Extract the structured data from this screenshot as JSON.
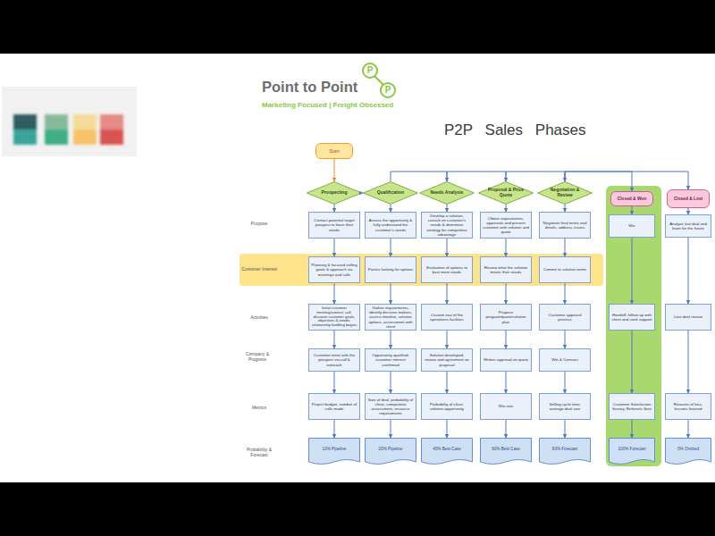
{
  "diagram": {
    "title": "P2P Sales Phases",
    "nodes": [
      {
        "text": [
          "Start"
        ]
      },
      {
        "text": [
          "Prospecting"
        ]
      },
      {
        "text": [
          "Qualification"
        ]
      },
      {
        "text": [
          "Needs Analysis"
        ]
      },
      {
        "text": [
          "Proposal & Price Quote"
        ]
      },
      {
        "text": [
          "Negotiation & Review"
        ]
      },
      {
        "text": [
          "Closed & Won"
        ]
      },
      {
        "text": [
          "Closed & Lost"
        ]
      },
      {
        "text": [
          "Customer Interest"
        ]
      },
      {
        "text": [
          "Contact potential target prospect to learn their needs"
        ]
      },
      {
        "text": [
          "Planning & focused selling goals & approach via meetings and calls"
        ],
        "in": 8
      },
      {
        "text": [
          "Initial customer meeting/contact, call, discover customer goals, objectives & needs, relationship building begins"
        ]
      },
      {
        "text": [
          "Customer meet with the prospect via call & outreach"
        ]
      },
      {
        "text": [
          "Project budget, number of calls made"
        ]
      },
      {
        "text": [
          "10% Pipeline"
        ]
      },
      {
        "text": [
          "Assess the opportunity & fully understand the customer's needs"
        ]
      },
      {
        "text": [
          "Parties looking for options"
        ],
        "in": 8
      },
      {
        "text": [
          "Gather requirements, identify decision makers, assess timeline, solution options, assessment with client"
        ]
      },
      {
        "text": [
          "Opportunity qualified, customer interest confirmed"
        ]
      },
      {
        "text": [
          "Size of deal, probability of close, competitive assessment, resource requirements"
        ]
      },
      {
        "text": [
          "20% Pipeline"
        ]
      },
      {
        "text": [
          "Develop a solution, consult on customer's needs & determine strategy for competitive advantage"
        ]
      },
      {
        "text": [
          "Evaluation of options to best meet needs"
        ],
        "in": 8
      },
      {
        "text": [
          "Custom tour of the operations facilities"
        ]
      },
      {
        "text": [
          "Solution developed, review and agreement on proposal"
        ]
      },
      {
        "text": [
          "Probability of close, solution opportunity"
        ]
      },
      {
        "text": [
          "40% Best Case"
        ]
      },
      {
        "text": [
          "Obtain expectations, approvals and present customer with solution and quote"
        ]
      },
      {
        "text": [
          "Review what the solution meets their needs"
        ],
        "in": 8
      },
      {
        "text": [
          "Propose program/quote/solution plan"
        ]
      },
      {
        "text": [
          "Written approval on quote"
        ]
      },
      {
        "text": [
          "Win rate"
        ]
      },
      {
        "text": [
          "60% Best Case"
        ]
      },
      {
        "text": [
          "Negotiate final terms and details, address issues"
        ]
      },
      {
        "text": [
          "Commit to solution terms"
        ],
        "in": 8
      },
      {
        "text": [
          "Customer approval process"
        ]
      },
      {
        "text": [
          "Win & Contract"
        ]
      },
      {
        "text": [
          "Selling cycle time, average deal size"
        ]
      },
      {
        "text": [
          "80% Forecast"
        ]
      },
      {
        "text": [
          "Win"
        ]
      },
      {
        "text": [
          "Handoff, follow up with client and seek support"
        ]
      },
      {
        "text": [
          "Customer Satisfaction Survey, Referrals Sent"
        ]
      },
      {
        "text": [
          "100% Forecast"
        ]
      },
      {
        "text": [
          "Analyze lost deal and learn for the future"
        ]
      },
      {
        "text": [
          "Lost deal review"
        ]
      },
      {
        "text": [
          "Reasons of loss, lessons learned"
        ]
      },
      {
        "text": [
          "0% Omitted"
        ]
      }
    ],
    "edges": [
      {
        "from": 0,
        "to": 1,
        "arrow": "to"
      },
      {
        "from": 1,
        "to": 2,
        "arrow": "to"
      },
      {
        "from": 2,
        "to": 3,
        "arrow": "to"
      },
      {
        "from": 3,
        "to": 4,
        "arrow": "to"
      },
      {
        "from": 4,
        "to": 5,
        "arrow": "to"
      },
      {
        "from": 5,
        "to": 6,
        "arrow": "to"
      },
      {
        "from": 5,
        "to": 7,
        "arrow": "to"
      },
      {
        "from": 1,
        "to": 9,
        "arrow": "to"
      },
      {
        "from": 9,
        "to": 10,
        "arrow": "to"
      },
      {
        "from": 10,
        "to": 11,
        "arrow": "to"
      },
      {
        "from": 11,
        "to": 12,
        "arrow": "to"
      },
      {
        "from": 12,
        "to": 13,
        "arrow": "to"
      },
      {
        "from": 13,
        "to": 14,
        "arrow": "to"
      },
      {
        "from": 2,
        "to": 15,
        "arrow": "to"
      },
      {
        "from": 15,
        "to": 16,
        "arrow": "to"
      },
      {
        "from": 16,
        "to": 17,
        "arrow": "to"
      },
      {
        "from": 17,
        "to": 18,
        "arrow": "to"
      },
      {
        "from": 18,
        "to": 19,
        "arrow": "to"
      },
      {
        "from": 19,
        "to": 20,
        "arrow": "to"
      },
      {
        "from": 3,
        "to": 21,
        "arrow": "to"
      },
      {
        "from": 21,
        "to": 22,
        "arrow": "to"
      },
      {
        "from": 22,
        "to": 23,
        "arrow": "to"
      },
      {
        "from": 23,
        "to": 24,
        "arrow": "to"
      },
      {
        "from": 24,
        "to": 25,
        "arrow": "to"
      },
      {
        "from": 25,
        "to": 26,
        "arrow": "to"
      },
      {
        "from": 4,
        "to": 27,
        "arrow": "to"
      },
      {
        "from": 27,
        "to": 28,
        "arrow": "to"
      },
      {
        "from": 28,
        "to": 29,
        "arrow": "to"
      },
      {
        "from": 29,
        "to": 30,
        "arrow": "to"
      },
      {
        "from": 30,
        "to": 31,
        "arrow": "to"
      },
      {
        "from": 31,
        "to": 32,
        "arrow": "to"
      },
      {
        "from": 5,
        "to": 33,
        "arrow": "to"
      },
      {
        "from": 33,
        "to": 34,
        "arrow": "to"
      },
      {
        "from": 34,
        "to": 35,
        "arrow": "to"
      },
      {
        "from": 35,
        "to": 36,
        "arrow": "to"
      },
      {
        "from": 36,
        "to": 37,
        "arrow": "to"
      },
      {
        "from": 37,
        "to": 38,
        "arrow": "to"
      },
      {
        "from": 6,
        "to": 39,
        "arrow": "to"
      },
      {
        "from": 39,
        "to": 40,
        "arrow": "to"
      },
      {
        "from": 40,
        "to": 41,
        "arrow": "to"
      },
      {
        "from": 41,
        "to": 42,
        "arrow": "to"
      },
      {
        "from": 7,
        "to": 43,
        "arrow": "to"
      },
      {
        "from": 43,
        "to": 44,
        "arrow": "to"
      },
      {
        "from": 44,
        "to": 45,
        "arrow": "to"
      },
      {
        "from": 45,
        "to": 46,
        "arrow": "to"
      }
    ],
    "labels": [
      "Point to Point",
      "P",
      "P",
      "Marketing Focused | Freight Obsessed",
      "Purpose",
      "Activities",
      "Company & Progress",
      "Metrics",
      "Probability & Forecast"
    ]
  }
}
